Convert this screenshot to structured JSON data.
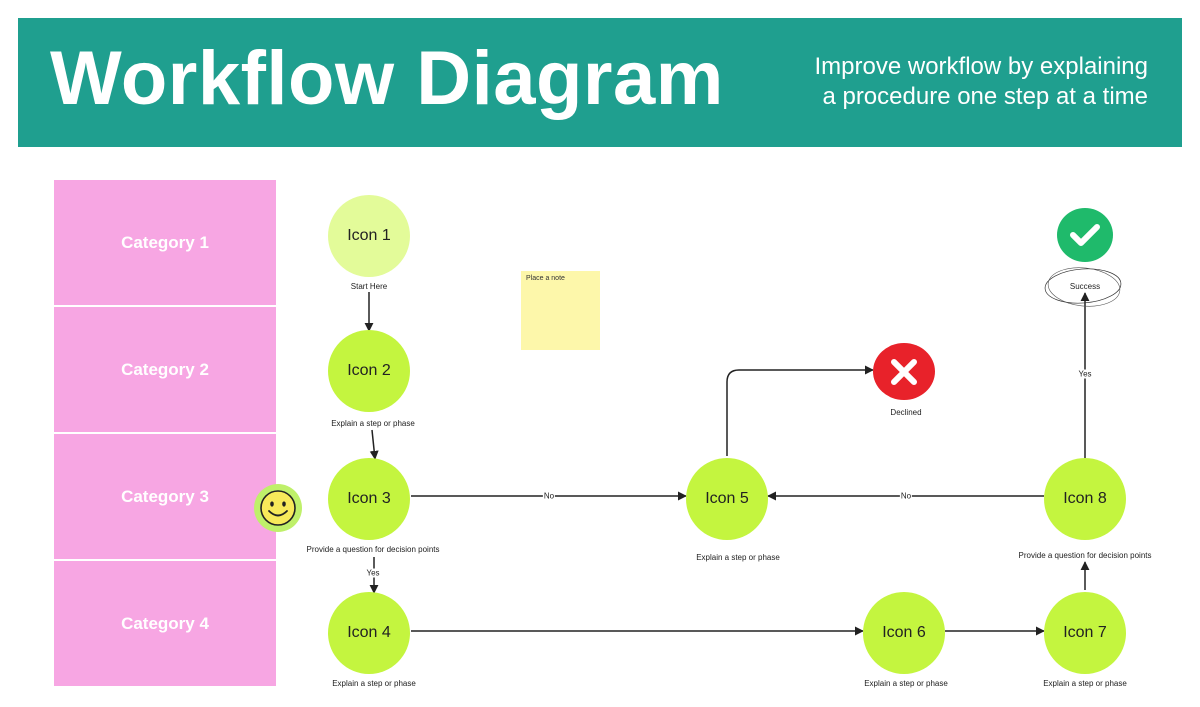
{
  "header": {
    "title": "Workflow Diagram",
    "subtitle_line1": "Improve workflow by explaining",
    "subtitle_line2": "a procedure one step at a time"
  },
  "categories": [
    "Category 1",
    "Category 2",
    "Category 3",
    "Category 4"
  ],
  "nodes": {
    "icon1": {
      "label": "Icon 1",
      "caption": "Start Here"
    },
    "icon2": {
      "label": "Icon 2",
      "caption": "Explain a step or phase"
    },
    "icon3": {
      "label": "Icon 3",
      "caption": "Provide a question for decision points"
    },
    "icon4": {
      "label": "Icon 4",
      "caption": "Explain a step or phase"
    },
    "icon5": {
      "label": "Icon 5",
      "caption": "Explain a step or phase"
    },
    "icon6": {
      "label": "Icon 6",
      "caption": "Explain a step or phase"
    },
    "icon7": {
      "label": "Icon 7",
      "caption": "Explain a step or phase"
    },
    "icon8": {
      "label": "Icon 8",
      "caption": "Provide a question for decision points"
    }
  },
  "outcomes": {
    "declined": {
      "label": "Declined",
      "icon": "x-icon",
      "color": "#e8222a"
    },
    "success": {
      "label": "Success",
      "icon": "checkmark-icon",
      "color": "#1fba6b"
    }
  },
  "edge_labels": {
    "icon3_to_icon5": "No",
    "icon8_to_icon5": "No",
    "icon3_to_icon4": "Yes",
    "icon8_to_success": "Yes"
  },
  "note": {
    "text": "Place a note"
  },
  "decorations": {
    "smiley": "smiley-face-icon"
  },
  "colors": {
    "banner": "#1f9f8f",
    "category": "#f7a6e3",
    "node_start": "#e3fb99",
    "node_main": "#c4f53f",
    "note": "#fdf7aa"
  }
}
